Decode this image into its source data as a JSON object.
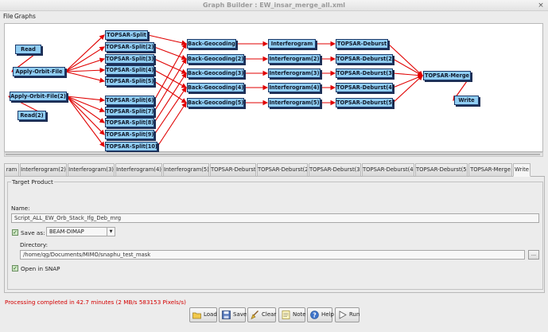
{
  "window": {
    "title": "Graph Builder : EW_insar_merge_all.xml",
    "close_glyph": "×"
  },
  "menu": [
    "File",
    "Graphs"
  ],
  "graph": {
    "nodes": [
      {
        "id": "read",
        "label": "Read"
      },
      {
        "id": "aof",
        "label": "Apply-Orbit-File"
      },
      {
        "id": "aof2",
        "label": "Apply-Orbit-File(2)"
      },
      {
        "id": "read2",
        "label": "Read(2)"
      },
      {
        "id": "split1",
        "label": "TOPSAR-Split"
      },
      {
        "id": "split2",
        "label": "TOPSAR-Split(2)"
      },
      {
        "id": "split3",
        "label": "TOPSAR-Split(3)"
      },
      {
        "id": "split4",
        "label": "TOPSAR-Split(4)"
      },
      {
        "id": "split5",
        "label": "TOPSAR-Split(5)"
      },
      {
        "id": "split6",
        "label": "TOPSAR-Split(6)"
      },
      {
        "id": "split7",
        "label": "TOPSAR-Split(7)"
      },
      {
        "id": "split8",
        "label": "TOPSAR-Split(8)"
      },
      {
        "id": "split9",
        "label": "TOPSAR-Split(9)"
      },
      {
        "id": "split10",
        "label": "TOPSAR-Split(10)"
      },
      {
        "id": "bg1",
        "label": "Back-Geocoding"
      },
      {
        "id": "bg2",
        "label": "Back-Geocoding(2)"
      },
      {
        "id": "bg3",
        "label": "Back-Geocoding(3)"
      },
      {
        "id": "bg4",
        "label": "Back-Geocoding(4)"
      },
      {
        "id": "bg5",
        "label": "Back-Geocoding(5)"
      },
      {
        "id": "ifg1",
        "label": "Interferogram"
      },
      {
        "id": "ifg2",
        "label": "Interferogram(2)"
      },
      {
        "id": "ifg3",
        "label": "Interferogram(3)"
      },
      {
        "id": "ifg4",
        "label": "Interferogram(4)"
      },
      {
        "id": "ifg5",
        "label": "Interferogram(5)"
      },
      {
        "id": "deb1",
        "label": "TOPSAR-Deburst"
      },
      {
        "id": "deb2",
        "label": "TOPSAR-Deburst(2)"
      },
      {
        "id": "deb3",
        "label": "TOPSAR-Deburst(3)"
      },
      {
        "id": "deb4",
        "label": "TOPSAR-Deburst(4)"
      },
      {
        "id": "deb5",
        "label": "TOPSAR-Deburst(5)"
      },
      {
        "id": "merge",
        "label": "TOPSAR-Merge"
      },
      {
        "id": "write",
        "label": "Write"
      }
    ],
    "edges": [
      [
        "read",
        "aof"
      ],
      [
        "read2",
        "aof2"
      ],
      [
        "aof",
        "split1"
      ],
      [
        "aof",
        "split2"
      ],
      [
        "aof",
        "split3"
      ],
      [
        "aof",
        "split4"
      ],
      [
        "aof",
        "split5"
      ],
      [
        "aof2",
        "split6"
      ],
      [
        "aof2",
        "split7"
      ],
      [
        "aof2",
        "split8"
      ],
      [
        "aof2",
        "split9"
      ],
      [
        "aof2",
        "split10"
      ],
      [
        "split1",
        "bg1"
      ],
      [
        "split6",
        "bg1"
      ],
      [
        "split2",
        "bg2"
      ],
      [
        "split7",
        "bg2"
      ],
      [
        "split3",
        "bg3"
      ],
      [
        "split8",
        "bg3"
      ],
      [
        "split4",
        "bg4"
      ],
      [
        "split9",
        "bg4"
      ],
      [
        "split5",
        "bg5"
      ],
      [
        "split10",
        "bg5"
      ],
      [
        "bg1",
        "ifg1"
      ],
      [
        "bg2",
        "ifg2"
      ],
      [
        "bg3",
        "ifg3"
      ],
      [
        "bg4",
        "ifg4"
      ],
      [
        "bg5",
        "ifg5"
      ],
      [
        "ifg1",
        "deb1"
      ],
      [
        "ifg2",
        "deb2"
      ],
      [
        "ifg3",
        "deb3"
      ],
      [
        "ifg4",
        "deb4"
      ],
      [
        "ifg5",
        "deb5"
      ],
      [
        "deb1",
        "merge"
      ],
      [
        "deb2",
        "merge"
      ],
      [
        "deb3",
        "merge"
      ],
      [
        "deb4",
        "merge"
      ],
      [
        "deb5",
        "merge"
      ],
      [
        "merge",
        "write"
      ]
    ],
    "colors": {
      "node_fill": "#90cdf3",
      "edge": "#e00000"
    }
  },
  "tabs": [
    {
      "label": "ram"
    },
    {
      "label": "Interferogram(2)"
    },
    {
      "label": "Interferogram(3)"
    },
    {
      "label": "Interferogram(4)"
    },
    {
      "label": "Interferogram(5)"
    },
    {
      "label": "TOPSAR-Deburst"
    },
    {
      "label": "TOPSAR-Deburst(2)"
    },
    {
      "label": "TOPSAR-Deburst(3)"
    },
    {
      "label": "TOPSAR-Deburst(4)"
    },
    {
      "label": "TOPSAR-Deburst(5)"
    },
    {
      "label": "TOPSAR-Merge"
    },
    {
      "label": "Write",
      "active": true
    }
  ],
  "target_product": {
    "group_title": "Target Product",
    "name_label": "Name:",
    "name_value": "Script_ALL_EW_Orb_Stack_Ifg_Deb_mrg",
    "save_as_label": "Save as:",
    "save_as_checked": true,
    "format_value": "BEAM-DIMAP",
    "directory_label": "Directory:",
    "directory_value": "/home/qg/Documents/MIMO/snaphu_test_mask",
    "browse_label": "...",
    "open_in_snap_label": "Open in SNAP",
    "open_in_snap_checked": true
  },
  "status": {
    "text": "Processing completed in 42.7 minutes (2 MB/s 583153 Pixels/s)",
    "color": "#d40000"
  },
  "buttons": [
    {
      "id": "load",
      "label": "Load",
      "icon": "folder-icon"
    },
    {
      "id": "save",
      "label": "Save",
      "icon": "floppy-icon"
    },
    {
      "id": "clear",
      "label": "Clear",
      "icon": "broom-icon"
    },
    {
      "id": "note",
      "label": "Note",
      "icon": "note-icon"
    },
    {
      "id": "help",
      "label": "Help",
      "icon": "help-icon"
    },
    {
      "id": "run",
      "label": "Run",
      "icon": "play-icon"
    }
  ]
}
